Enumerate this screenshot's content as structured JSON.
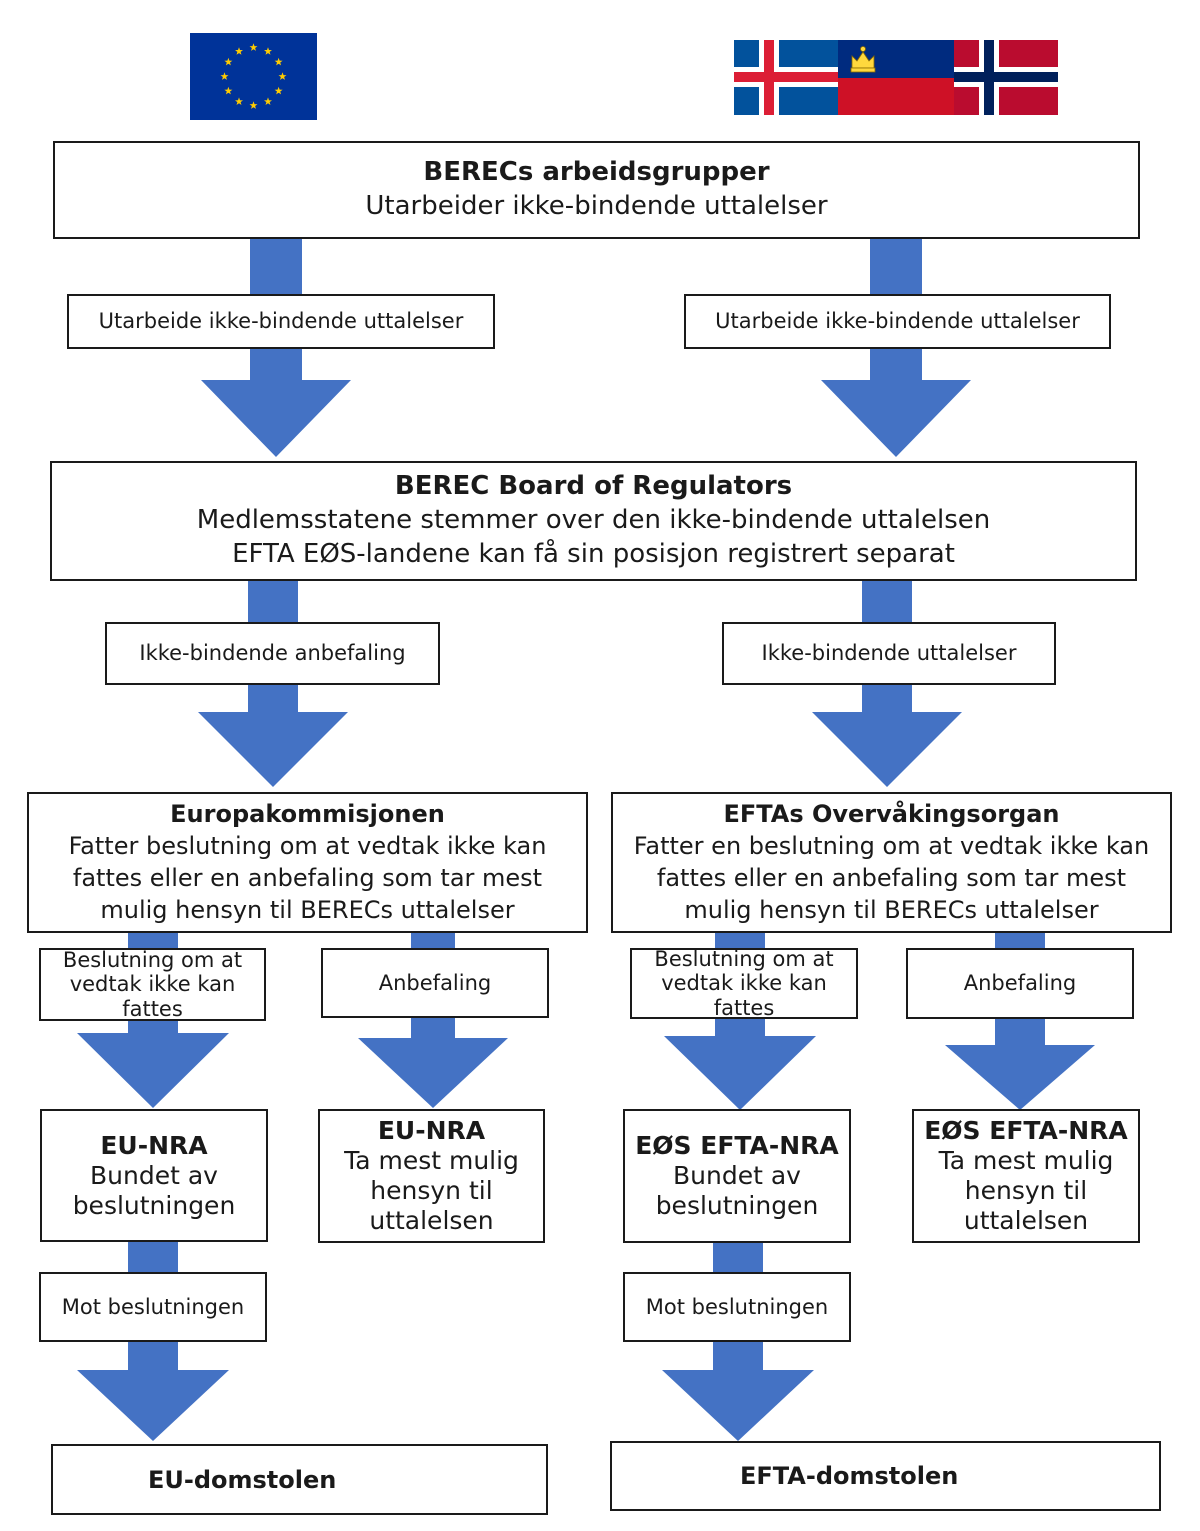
{
  "top": {
    "title": "BERECs arbeidsgrupper",
    "subtitle": "Utarbeider ikke-bindende uttalelser",
    "label_left": "Utarbeide ikke-bindende uttalelser",
    "label_right": "Utarbeide ikke-bindende uttalelser"
  },
  "board": {
    "title": "BEREC Board of Regulators",
    "line1": "Medlemsstatene stemmer over den ikke-bindende uttalelsen",
    "line2": "EFTA EØS-landene kan få sin posisjon registrert separat",
    "label_left": "Ikke-bindende anbefaling",
    "label_right": "Ikke-bindende uttalelser"
  },
  "eu": {
    "commission_title": "Europakommisjonen",
    "commission_text": "Fatter  beslutning om at vedtak ikke kan fattes eller en anbefaling som tar mest mulig hensyn til BERECs uttalelser",
    "label_decision": "Beslutning om at vedtak ikke kan fattes",
    "label_recommendation": "Anbefaling",
    "nra_bound_title": "EU-NRA",
    "nra_bound_text": "Bundet av beslutningen",
    "nra_account_title": "EU-NRA",
    "nra_account_text": "Ta mest mulig hensyn til uttalelsen",
    "label_against": "Mot beslutningen",
    "court": "EU-domstolen"
  },
  "efta": {
    "esa_title": "EFTAs Overvåkingsorgan",
    "esa_text": "Fatter  en beslutning om at vedtak ikke kan fattes eller en anbefaling som tar mest mulig hensyn til BERECs uttalelser",
    "label_decision": "Beslutning om at vedtak ikke kan fattes",
    "label_recommendation": "Anbefaling",
    "nra_bound_title": "EØS EFTA-NRA",
    "nra_bound_text": "Bundet av beslutningen",
    "nra_account_title": "EØS EFTA-NRA",
    "nra_account_text": "Ta mest mulig hensyn til uttalelsen",
    "label_against": "Mot beslutningen",
    "court": "EFTA-domstolen"
  },
  "colors": {
    "arrow": "#4472c4",
    "eu_blue": "#003399",
    "eu_star": "#ffcc00",
    "iceland_blue": "#02529c",
    "iceland_red": "#dc1e35",
    "liechtenstein_blue": "#002b7f",
    "liechtenstein_red": "#ce1126",
    "norway_red": "#ba0c2f",
    "norway_blue": "#00205b"
  },
  "icons": [
    "eu-flag-icon",
    "iceland-flag-icon",
    "liechtenstein-flag-icon",
    "norway-flag-icon"
  ]
}
